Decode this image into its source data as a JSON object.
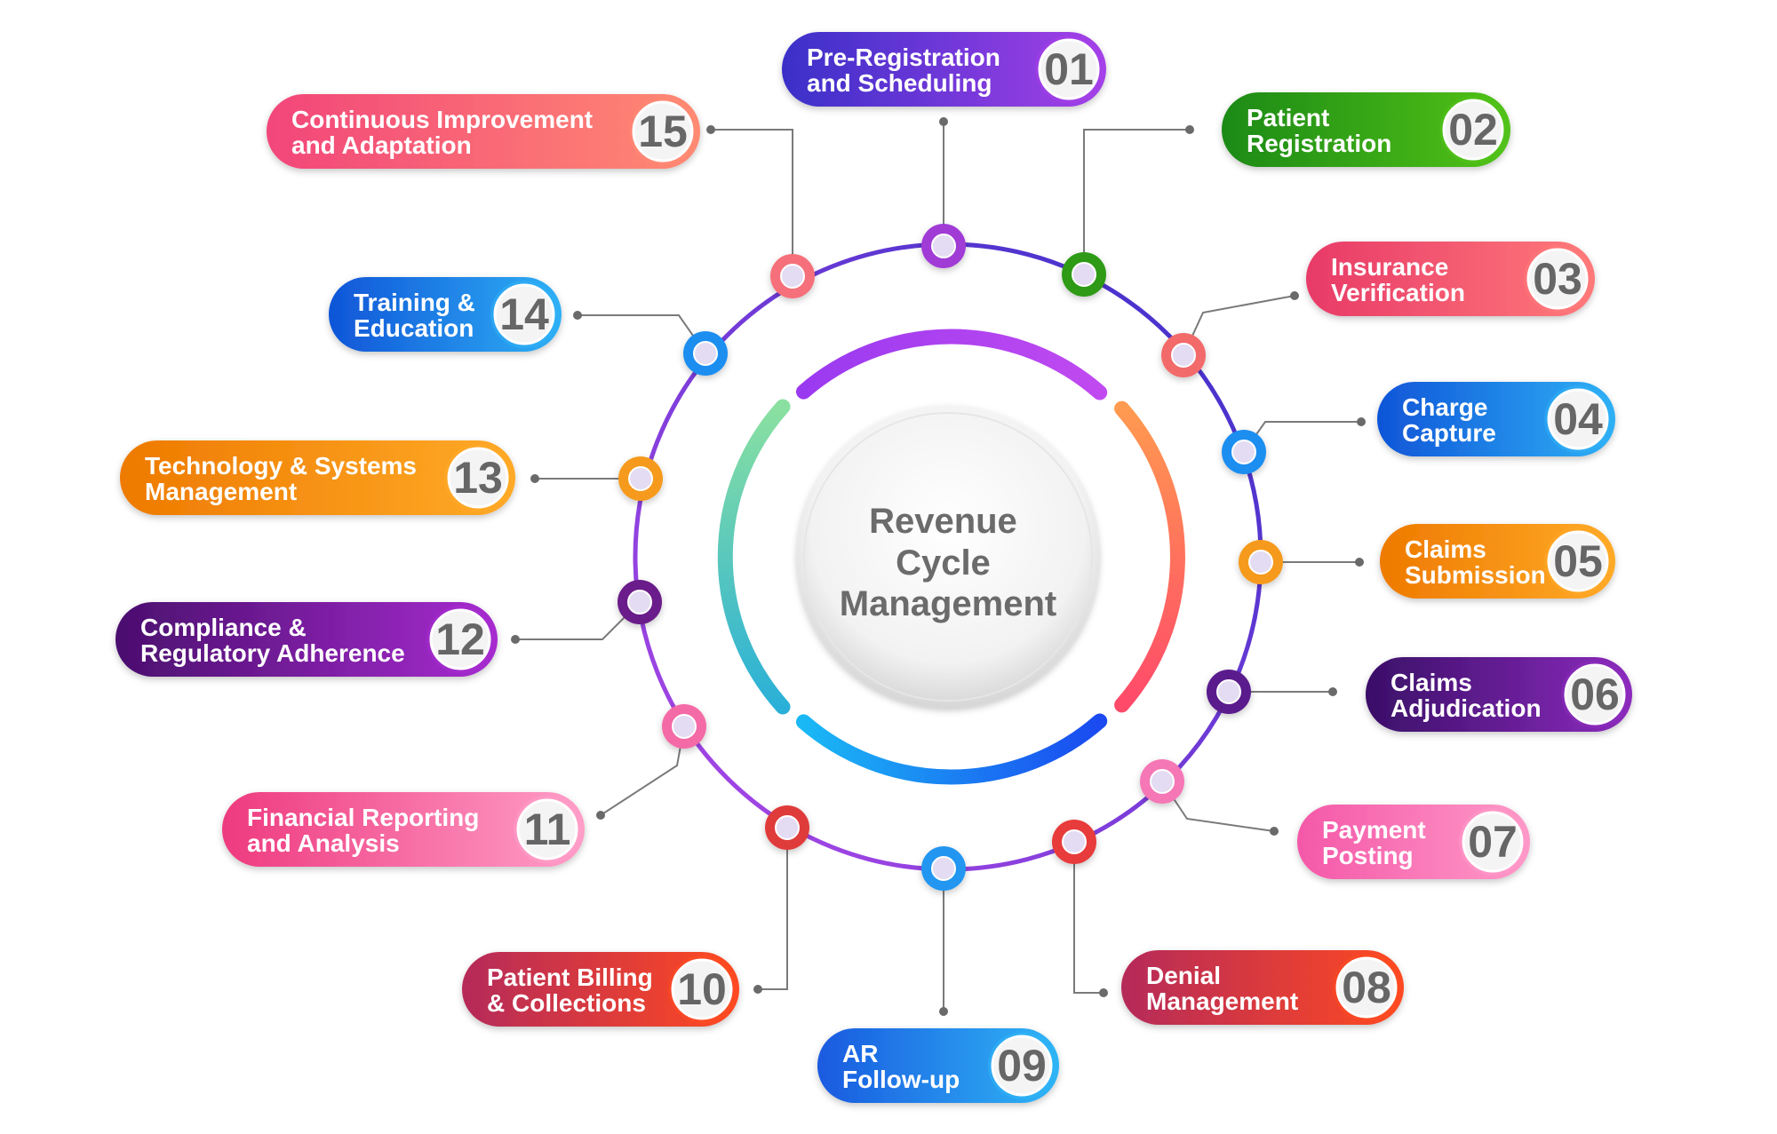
{
  "center": {
    "lines": [
      "Revenue",
      "Cycle",
      "Management"
    ]
  },
  "steps": [
    {
      "number": "01",
      "lines": [
        "Pre-Registration",
        "and Scheduling"
      ],
      "colors": [
        "#3a2fc8",
        "#a540e8"
      ],
      "node_color": "#a03ad6"
    },
    {
      "number": "02",
      "lines": [
        "Patient",
        "Registration"
      ],
      "colors": [
        "#1c8a12",
        "#52c21a"
      ],
      "node_color": "#2f9a18"
    },
    {
      "number": "03",
      "lines": [
        "Insurance",
        "Verification"
      ],
      "colors": [
        "#e83a68",
        "#ff7a7a"
      ],
      "node_color": "#f26a6a"
    },
    {
      "number": "04",
      "lines": [
        "Charge",
        "Capture"
      ],
      "colors": [
        "#0f55d8",
        "#2fb0f5"
      ],
      "node_color": "#1e8ef0"
    },
    {
      "number": "05",
      "lines": [
        "Claims",
        "Submission"
      ],
      "colors": [
        "#ee7a00",
        "#ffaa28"
      ],
      "node_color": "#f59a1c"
    },
    {
      "number": "06",
      "lines": [
        "Claims",
        "Adjudication"
      ],
      "colors": [
        "#3a0f68",
        "#8c2bbd"
      ],
      "node_color": "#5a1a8c"
    },
    {
      "number": "07",
      "lines": [
        "Payment",
        "Posting"
      ],
      "colors": [
        "#f458a8",
        "#ff99c8"
      ],
      "node_color": "#f577b6"
    },
    {
      "number": "08",
      "lines": [
        "Denial",
        "Management"
      ],
      "colors": [
        "#b52a5a",
        "#ff4a20"
      ],
      "node_color": "#e83a3a"
    },
    {
      "number": "09",
      "lines": [
        "AR",
        "Follow-up"
      ],
      "colors": [
        "#1a5ae0",
        "#2fb5f5"
      ],
      "node_color": "#2196f0"
    },
    {
      "number": "10",
      "lines": [
        "Patient Billing",
        "& Collections"
      ],
      "colors": [
        "#b52a5a",
        "#ff4a20"
      ],
      "node_color": "#e03a3a"
    },
    {
      "number": "11",
      "lines": [
        "Financial Reporting",
        "and Analysis"
      ],
      "colors": [
        "#ee3a7f",
        "#ff9ec8"
      ],
      "node_color": "#f46aa6"
    },
    {
      "number": "12",
      "lines": [
        "Compliance &",
        "Regulatory Adherence"
      ],
      "colors": [
        "#4a0f6e",
        "#a72bd0"
      ],
      "node_color": "#6a1a8a"
    },
    {
      "number": "13",
      "lines": [
        "Technology & Systems",
        "Management"
      ],
      "colors": [
        "#ee7a00",
        "#ffaa28"
      ],
      "node_color": "#f59a1c"
    },
    {
      "number": "14",
      "lines": [
        "Training &",
        "Education"
      ],
      "colors": [
        "#0f55d8",
        "#2fb0f5"
      ],
      "node_color": "#1e8ef0"
    },
    {
      "number": "15",
      "lines": [
        "Continuous Improvement",
        "and Adaptation"
      ],
      "colors": [
        "#f2467a",
        "#ff8a72"
      ],
      "node_color": "#f5707a"
    }
  ],
  "colors": {
    "ring_start": "#3a2fc8",
    "ring_end": "#b048e8",
    "connector": "#7a7a7a",
    "number_fill": "#666666",
    "center_text": "#6b6b6b",
    "arc_purple": "#b040f0",
    "arc_orange": "#ff8a50",
    "arc_blue": "#1a6af0",
    "arc_green": "#7ad9a0"
  }
}
